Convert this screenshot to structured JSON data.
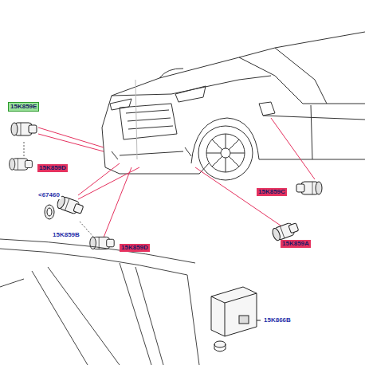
{
  "diagram": {
    "labels": [
      "15K859E",
      "15K859D",
      "<67460",
      "15K859B",
      "15K859D",
      "15K859C",
      "15K859A",
      "15K866B"
    ]
  }
}
